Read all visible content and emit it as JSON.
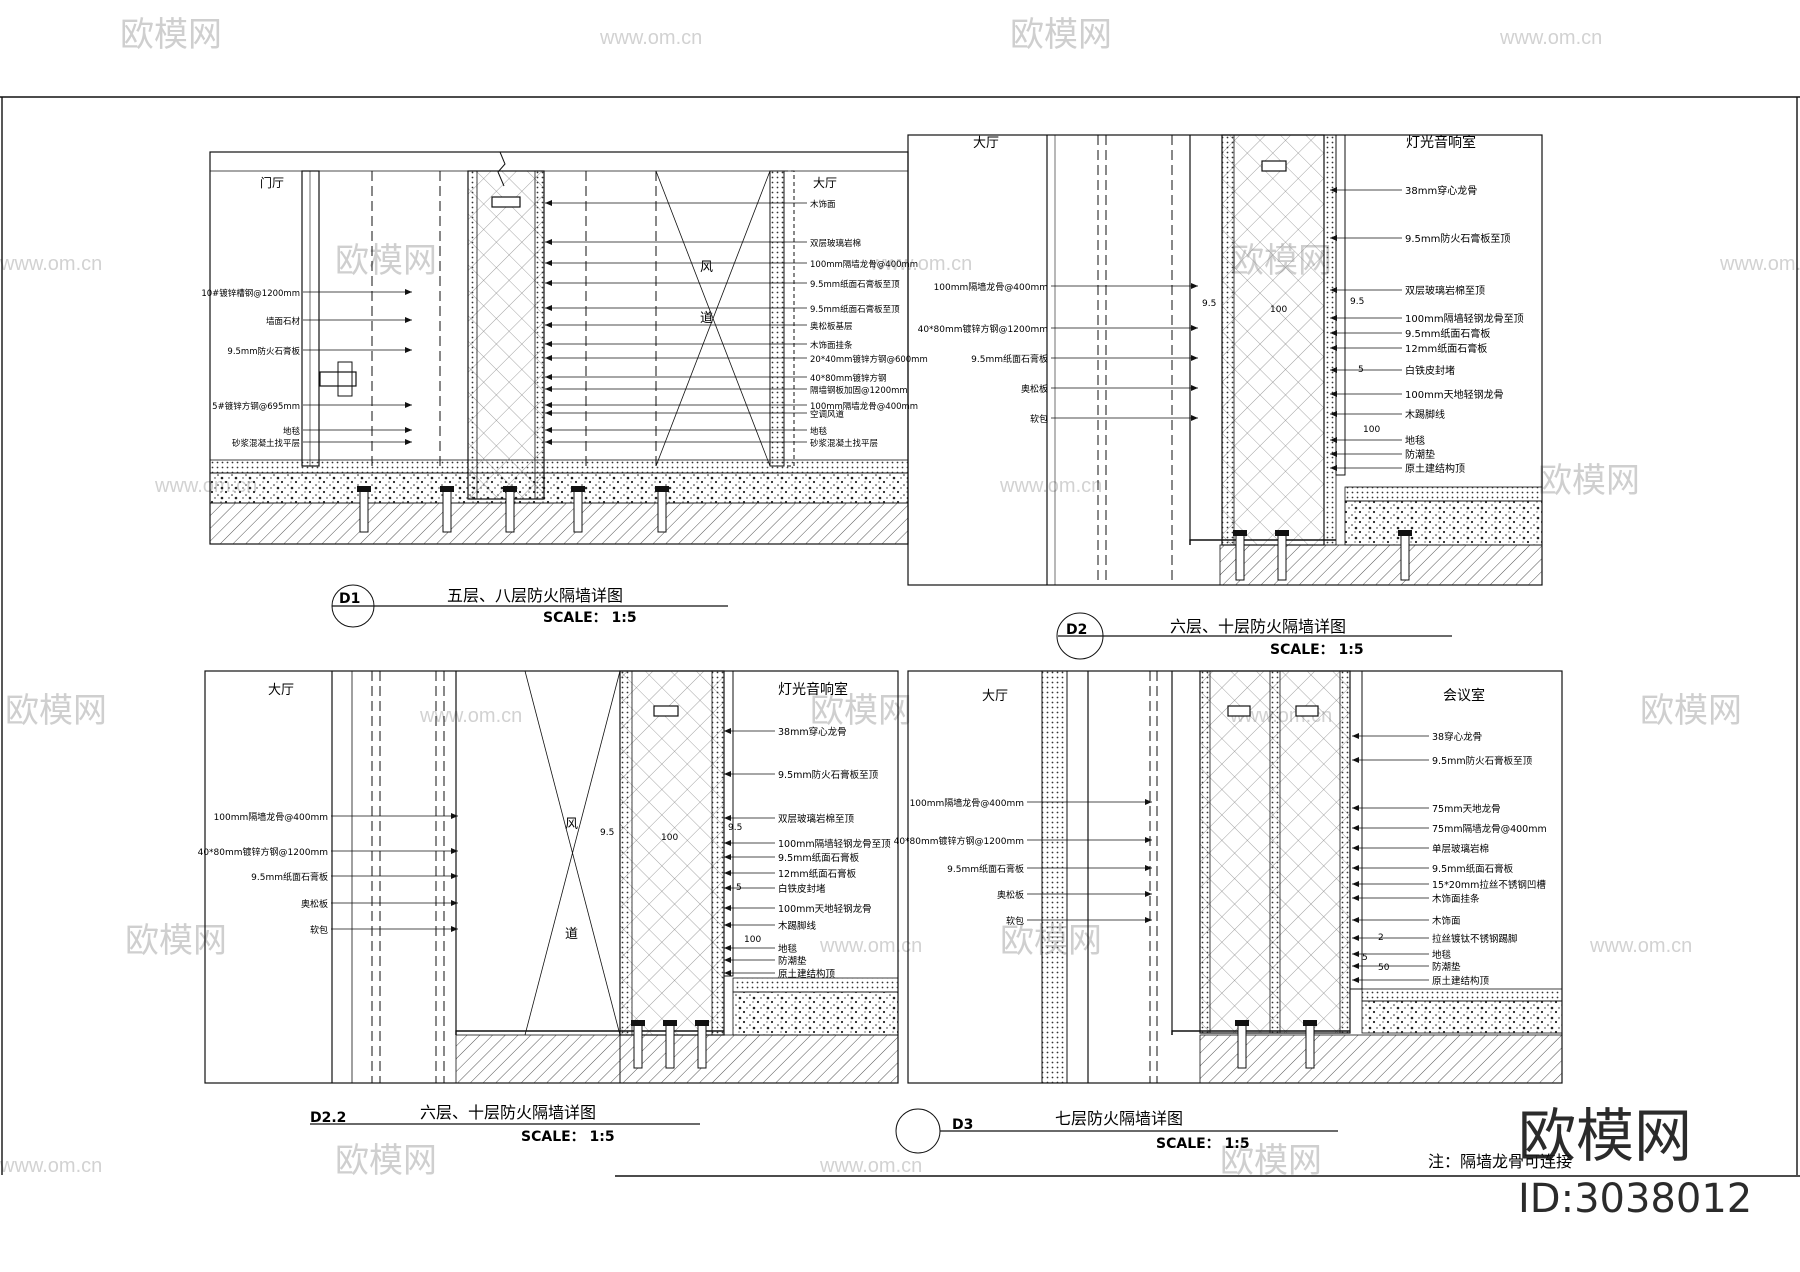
{
  "colors": {
    "ink": "#111111",
    "hatch": "#555555",
    "watermark": "#cccccc"
  },
  "watermarks": {
    "brand": "欧模网",
    "url": "www.om.cn",
    "corner_brand": "欧模网",
    "corner_id": "ID:3038012"
  },
  "note": "注：隔墙龙骨可连接",
  "details": {
    "d1": {
      "tag": "D1",
      "title": "五层、八层防火隔墙详图",
      "scale": "SCALE：  1:5",
      "room_left": "门厅",
      "room_right": "大厅",
      "duct": [
        "风",
        "道"
      ],
      "left_labels": [
        "10#镀锌槽钢@1200mm",
        "墙面石材",
        "9.5mm防火石膏板",
        "5#镀锌方钢@695mm",
        "地毯",
        "砂浆混凝土找平层"
      ],
      "right_labels": [
        "木饰面",
        "双层玻璃岩棉",
        "100mm隔墙龙骨@400mm",
        "9.5mm纸面石膏板至顶",
        "9.5mm纸面石膏板至顶",
        "奥松板基层",
        "木饰面挂条",
        "20*40mm镀锌方钢@600mm",
        "40*80mm镀锌方钢",
        "隔墙钢板加固@1200mm",
        "空调风道",
        "100mm隔墙龙骨@400mm",
        "地毯",
        "砂浆混凝土找平层"
      ]
    },
    "d2": {
      "tag": "D2",
      "title": "六层、十层防火隔墙详图",
      "scale": "SCALE：  1:5",
      "room_left": "大厅",
      "room_right": "灯光音响室",
      "left_labels": [
        "100mm隔墙龙骨@400mm",
        "40*80mm镀锌方钢@1200mm",
        "9.5mm纸面石膏板",
        "奥松板",
        "软包"
      ],
      "right_labels": [
        "38mm穿心龙骨",
        "9.5mm防火石膏板至顶",
        "双层玻璃岩棉至顶",
        "100mm隔墙轻钢龙骨至顶",
        "9.5mm纸面石膏板",
        "12mm纸面石膏板",
        "白铁皮封堵",
        "100mm天地轻钢龙骨",
        "木踢脚线",
        "地毯",
        "防潮垫",
        "原土建结构顶"
      ],
      "dims": [
        "9.5",
        "100",
        "9.5",
        "5",
        "100"
      ]
    },
    "d22": {
      "tag": "D2.2",
      "title": "六层、十层防火隔墙详图",
      "scale": "SCALE：  1:5",
      "room_left": "大厅",
      "room_right": "灯光音响室",
      "duct": [
        "风",
        "道"
      ],
      "left_labels": [
        "100mm隔墙龙骨@400mm",
        "40*80mm镀锌方钢@1200mm",
        "9.5mm纸面石膏板",
        "奥松板",
        "软包"
      ],
      "right_labels": [
        "38mm穿心龙骨",
        "9.5mm防火石膏板至顶",
        "双层玻璃岩棉至顶",
        "100mm隔墙轻钢龙骨至顶",
        "9.5mm纸面石膏板",
        "12mm纸面石膏板",
        "白铁皮封堵",
        "100mm天地轻钢龙骨",
        "木踢脚线",
        "地毯",
        "防潮垫",
        "原土建结构顶"
      ],
      "dims": [
        "9.5",
        "100",
        "9.5",
        "5",
        "100"
      ]
    },
    "d3": {
      "tag": "D3",
      "title": "七层防火隔墙详图",
      "scale": "SCALE：  1:5",
      "room_left": "大厅",
      "room_right": "会议室",
      "left_labels": [
        "100mm隔墙龙骨@400mm",
        "40*80mm镀锌方钢@1200mm",
        "9.5mm纸面石膏板",
        "奥松板",
        "软包"
      ],
      "right_labels": [
        "38穿心龙骨",
        "9.5mm防火石膏板至顶",
        "75mm天地龙骨",
        "75mm隔墙龙骨@400mm",
        "单层玻璃岩棉",
        "9.5mm纸面石膏板",
        "15*20mm拉丝不锈钢凹槽",
        "木饰面挂条",
        "木饰面",
        "拉丝镀钛不锈钢踢脚",
        "地毯",
        "防潮垫",
        "原土建结构顶"
      ],
      "dims": [
        "2",
        "5",
        "50"
      ]
    }
  }
}
